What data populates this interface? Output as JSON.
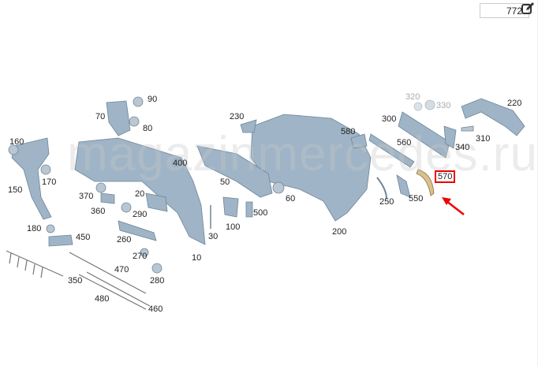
{
  "quantity_value": "772",
  "edit_icon": "edit-icon",
  "watermark": "magazinmercedes.ru",
  "highlight_color": "#e00000",
  "highlighted_part": "570",
  "labels": [
    "90",
    "70",
    "80",
    "230",
    "160",
    "150",
    "170",
    "400",
    "50",
    "370",
    "20",
    "360",
    "290",
    "60",
    "500",
    "100",
    "30",
    "10",
    "180",
    "450",
    "260",
    "270",
    "280",
    "470",
    "350",
    "480",
    "460",
    "200",
    "320",
    "330",
    "220",
    "300",
    "580",
    "560",
    "310",
    "340",
    "570",
    "250",
    "550"
  ]
}
